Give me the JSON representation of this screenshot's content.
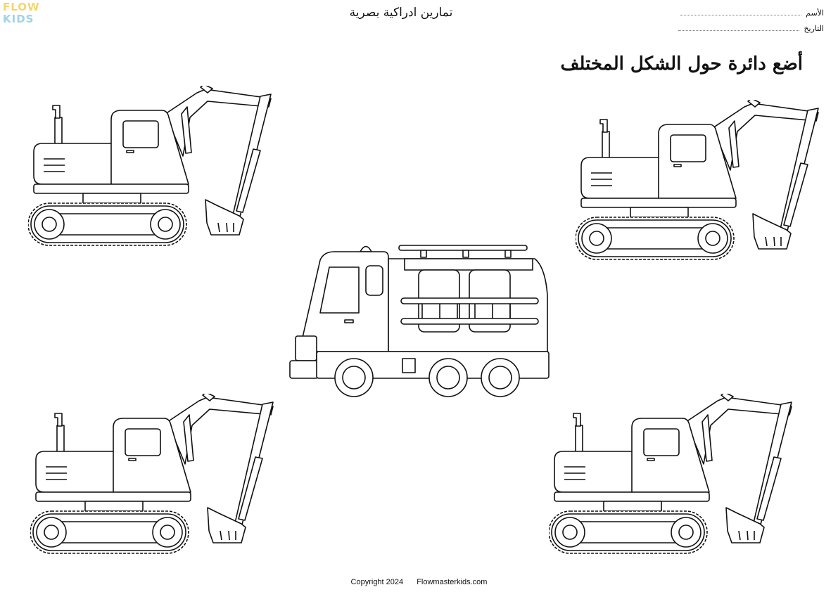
{
  "header": {
    "logo_line1": "FLOW",
    "logo_line2": "KIDS",
    "title": "تمارين ادراكية بصرية",
    "name_label": "الأسم",
    "date_label": "التاريخ"
  },
  "instruction": "أضع دائرة حول الشكل المختلف",
  "items": [
    {
      "icon": "excavator-icon"
    },
    {
      "icon": "excavator-icon"
    },
    {
      "icon": "fire-truck-icon"
    },
    {
      "icon": "excavator-icon"
    },
    {
      "icon": "excavator-icon"
    }
  ],
  "footer": {
    "copyright": "Copyright 2024",
    "site": "Flowmasterkids.com"
  }
}
